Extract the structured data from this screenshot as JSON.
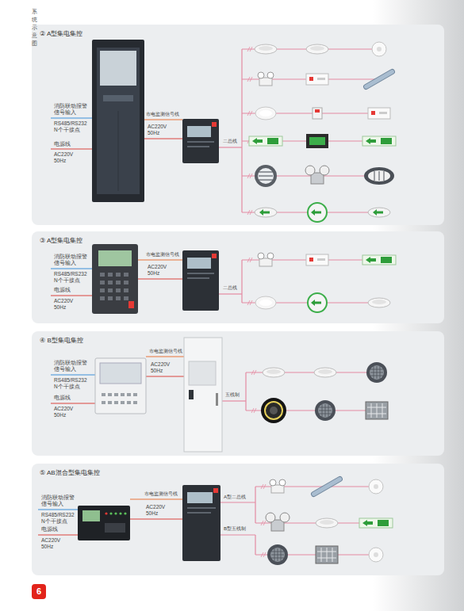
{
  "diagram": {
    "title": "系统示意图",
    "nodes": [
      {
        "text": [
          "② A型集电集控"
        ]
      },
      {
        "text": [
          "③ A型集电集控"
        ]
      },
      {
        "text": [
          "④ B型集电集控"
        ]
      },
      {
        "text": [
          "⑤ AB混合型集电集控"
        ]
      },
      {
        "text": [
          "6"
        ]
      }
    ],
    "labels": [
      "消防联动报警信号输入",
      "RS485/RS232 N个干接点",
      "电源线",
      "AC220V 50Hz",
      "市电监测信号线",
      "AC220V 50Hz",
      "二总线",
      "消防联动报警信号输入",
      "RS485/RS232 N个干接点",
      "电源线",
      "AC220V 50Hz",
      "市电监测信号线",
      "AC220V 50Hz",
      "二总线",
      "消防联动报警信号输入",
      "RS485/RS232 N个干接点",
      "电源线",
      "AC220V 50Hz",
      "市电监测信号线",
      "AC220V 50Hz",
      "五线制",
      "消防联动报警信号输入",
      "RS485/RS232 N个干接点",
      "电源线",
      "AC220V 50Hz",
      "市电监测信号线",
      "AC220V 50Hz",
      "A型二总线",
      "B型五线制"
    ]
  }
}
